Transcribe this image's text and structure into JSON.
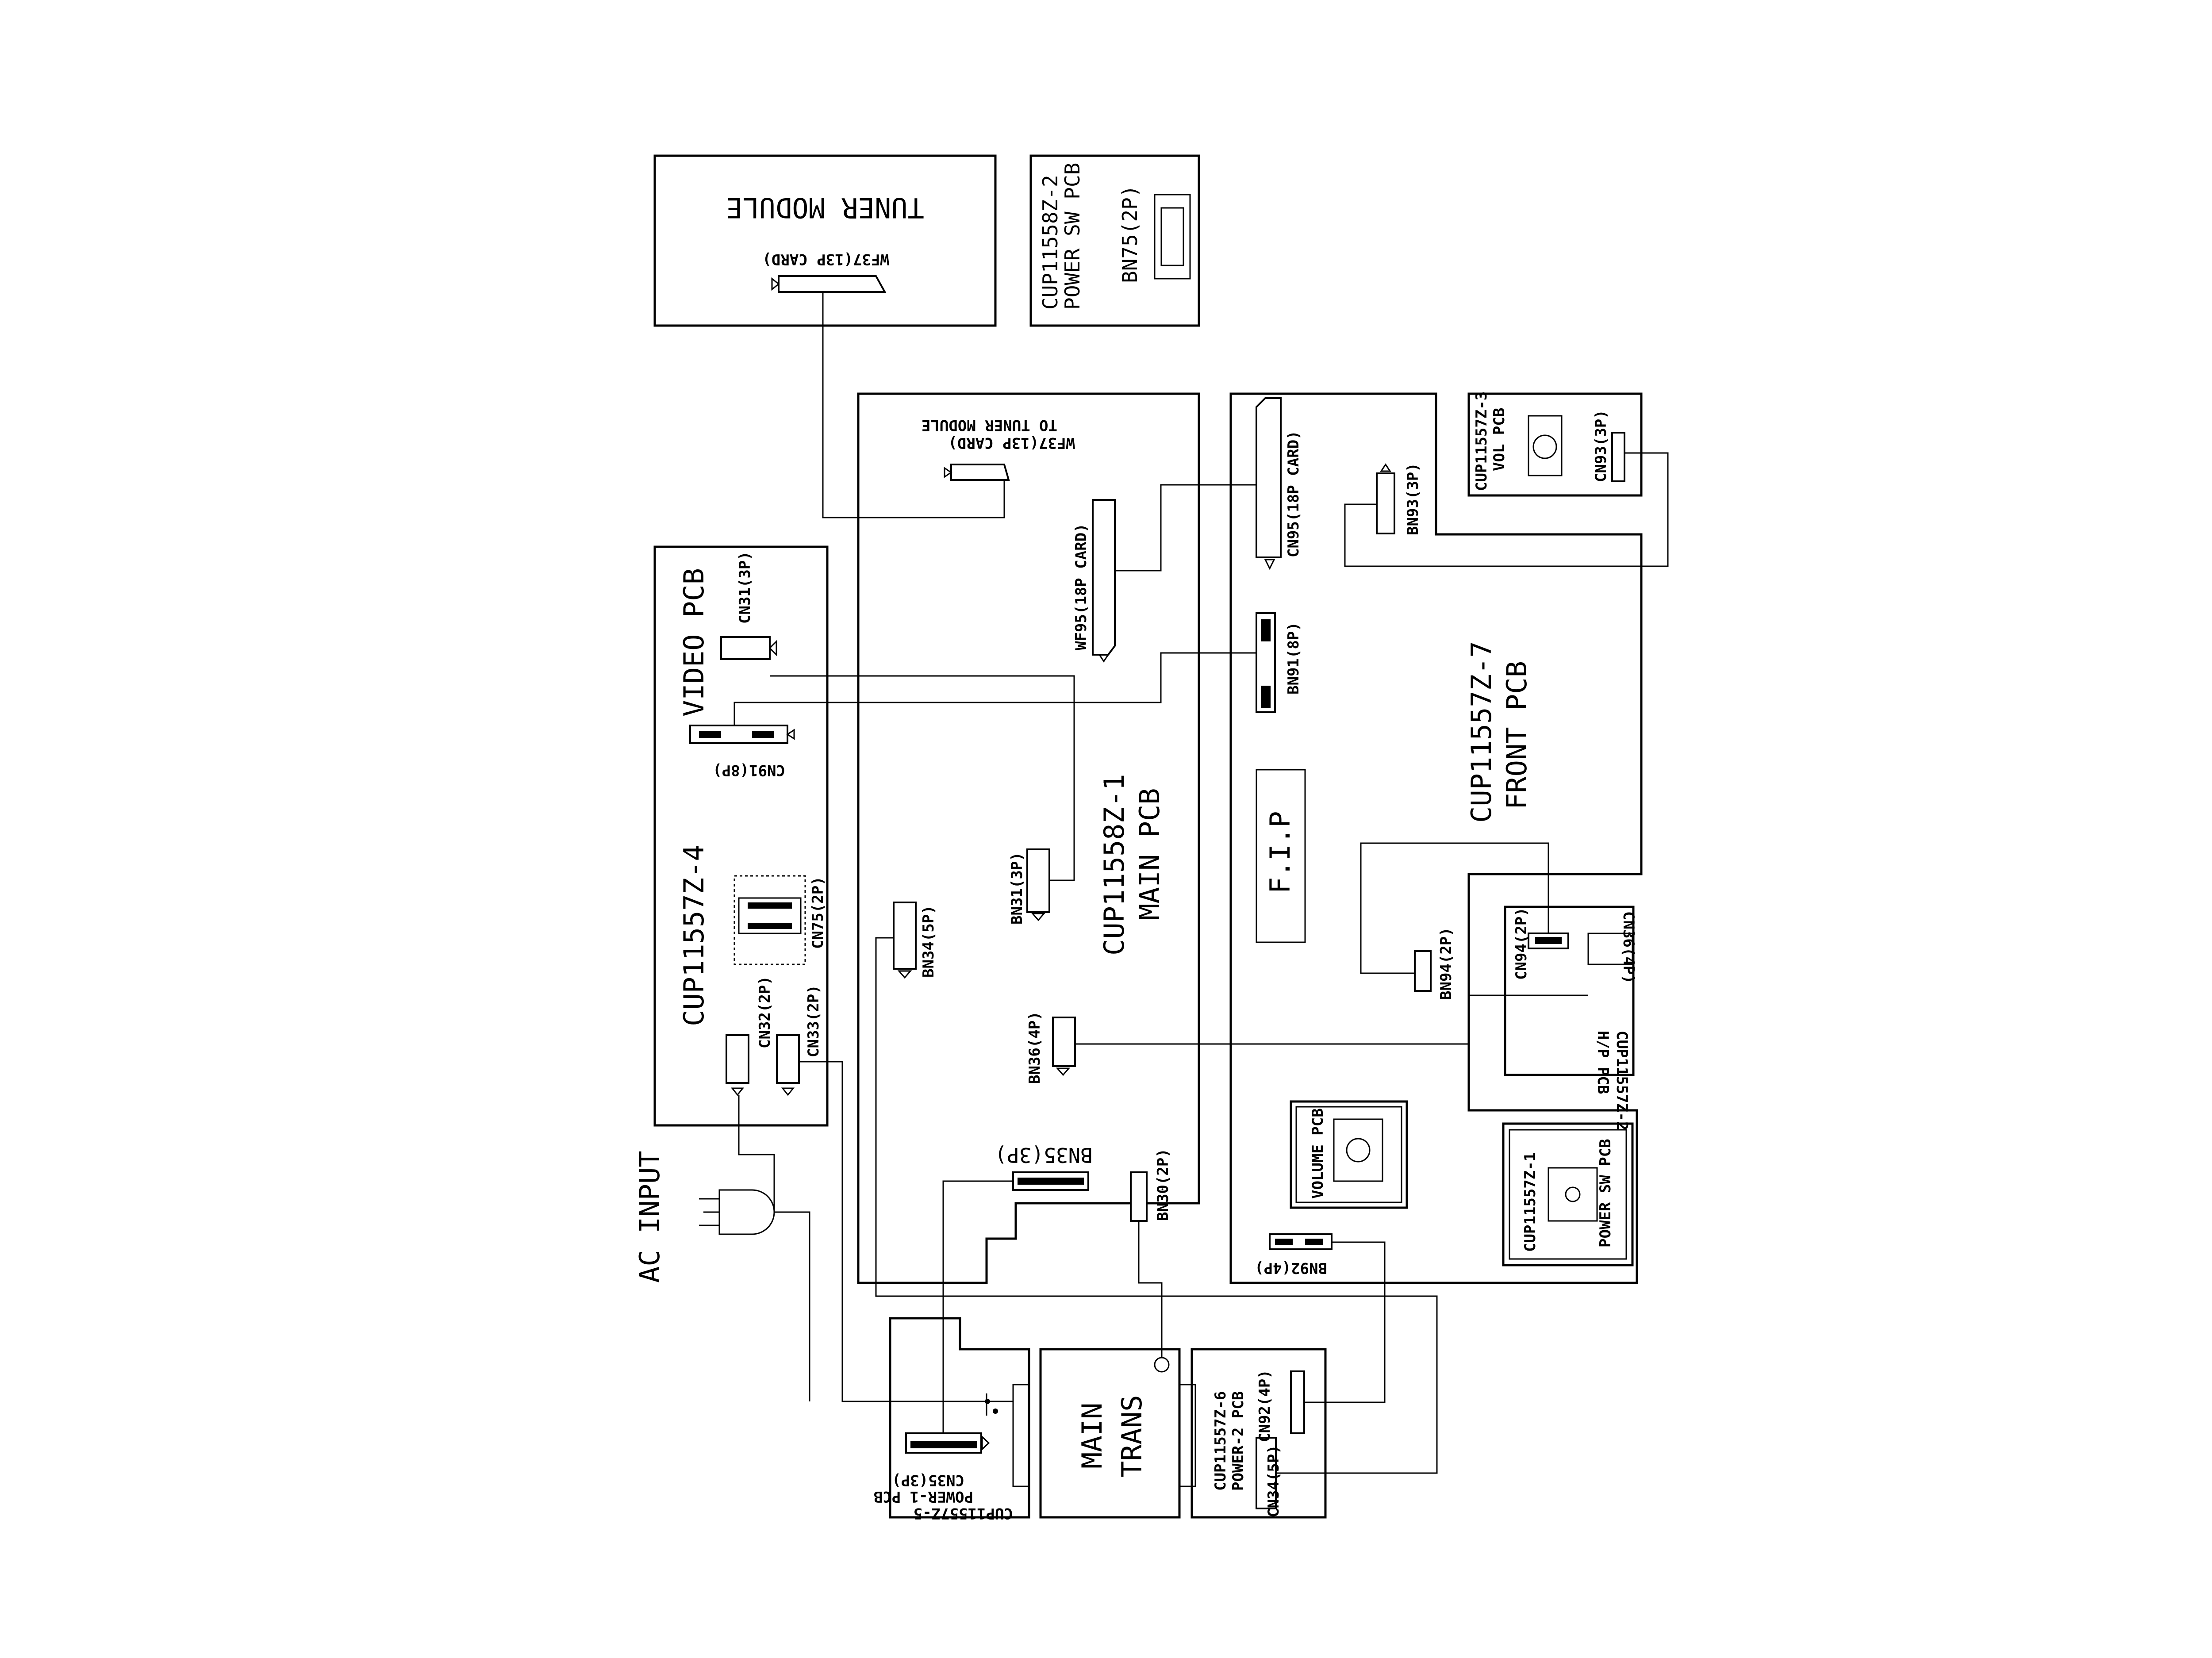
{
  "title": "",
  "boards": {
    "tuner": {
      "name": "TUNER MODULE",
      "conn": "WF37(13P CARD)"
    },
    "power_sw_top": {
      "model": "CUP11558Z-2",
      "name": "POWER SW PCB",
      "conn": "BN75(2P)"
    },
    "main": {
      "model": "CUP11558Z-1",
      "name": "MAIN PCB",
      "conn_wf37": "WF37(13P CARD)",
      "conn_wf37_note": "TO TUNER MODULE",
      "conn_wf95": "WF95(18P CARD)",
      "conn_bn31": "BN31(3P)",
      "conn_bn34": "BN34(5P)",
      "conn_bn36": "BN36(4P)",
      "conn_bn35": "BN35(3P)",
      "conn_bn30": "BN30(2P)"
    },
    "video": {
      "model": "CUP11557Z-4",
      "name": "VIDEO PCB",
      "conn_cn31": "CN31(3P)",
      "conn_cn91": "CN91(8P)",
      "conn_cn75": "CN75(2P)",
      "conn_cn32": "CN32(2P)",
      "conn_cn33": "CN33(2P)"
    },
    "front": {
      "model": "CUP11557Z-7",
      "name": "FRONT PCB",
      "conn_cn95": "CN95(18P CARD)",
      "conn_bn93": "BN93(3P)",
      "conn_bn91": "BN91(8P)",
      "conn_bn94": "BN94(2P)",
      "conn_bn92": "BN92(4P)",
      "fip": "F.I.P"
    },
    "vol": {
      "model": "CUP11557Z-3",
      "name": "VOL PCB",
      "conn": "CN93(3P)"
    },
    "hp": {
      "model": "CUP11557Z-2",
      "name": "H/P PCB",
      "conn_cn94": "CN94(2P)",
      "conn_cn36": "CN36(4P)"
    },
    "volume_pcb": {
      "name": "VOLUME PCB"
    },
    "power_sw_front": {
      "model": "CUP11557Z-1",
      "name": "POWER SW PCB"
    },
    "power1": {
      "model": "CUP11557Z-5",
      "name": "POWER-1 PCB",
      "conn": "CN35(3P)"
    },
    "main_trans": {
      "line1": "MAIN",
      "line2": "TRANS"
    },
    "power2": {
      "model": "CUP11557Z-6",
      "name": "POWER-2 PCB",
      "conn_cn34": "CN34(5P)",
      "conn_cn92": "CN92(4P)"
    },
    "ac": {
      "label": "AC INPUT"
    }
  }
}
